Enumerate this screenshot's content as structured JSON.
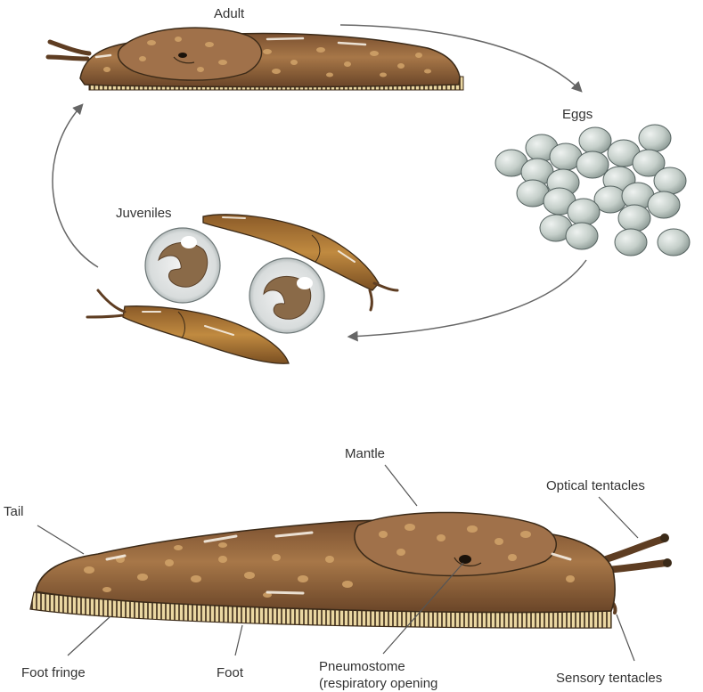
{
  "lifecycle": {
    "adult": "Adult",
    "eggs": "Eggs",
    "juveniles": "Juveniles"
  },
  "anatomy": {
    "tail": "Tail",
    "mantle": "Mantle",
    "optical_tentacles": "Optical tentacles",
    "foot_fringe": "Foot fringe",
    "foot": "Foot",
    "pneumostome": "Pneumostome",
    "pneumostome_note": "(respiratory opening",
    "sensory_tentacles": "Sensory tentacles"
  },
  "colors": {
    "body": "#9a6a3c",
    "body_dark": "#5e3d22",
    "juvenile_body": "#b07a35",
    "spots": "#d2a46a",
    "fringe": "#ead7a2",
    "egg": "#c9d3cf",
    "arrow": "#666666"
  }
}
